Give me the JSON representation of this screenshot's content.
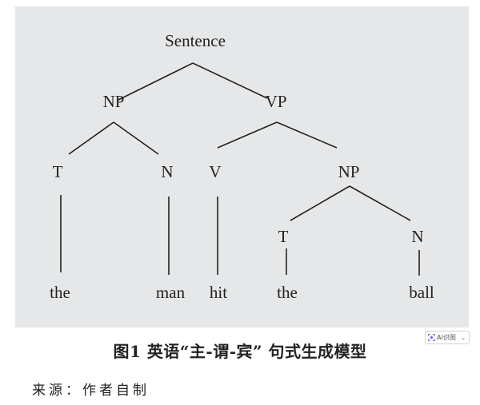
{
  "diagram": {
    "type": "syntax-tree",
    "nodes": {
      "root": "Sentence",
      "np1": "NP",
      "vp": "VP",
      "t1": "T",
      "n1": "N",
      "v": "V",
      "np2": "NP",
      "t2": "T",
      "n2": "N"
    },
    "leaves": {
      "the1": "the",
      "man": "man",
      "hit": "hit",
      "the2": "the",
      "ball": "ball"
    },
    "edges": [
      [
        "Sentence",
        "NP"
      ],
      [
        "Sentence",
        "VP"
      ],
      [
        "NP",
        "T"
      ],
      [
        "NP",
        "N"
      ],
      [
        "VP",
        "V"
      ],
      [
        "VP",
        "NP"
      ],
      [
        "NP(obj)",
        "T"
      ],
      [
        "NP(obj)",
        "N"
      ],
      [
        "T",
        "the"
      ],
      [
        "N",
        "man"
      ],
      [
        "V",
        "hit"
      ],
      [
        "T(obj)",
        "the"
      ],
      [
        "N(obj)",
        "ball"
      ]
    ],
    "background_color": "#e6e7e8"
  },
  "caption": "图1 英语“主-谓-宾” 句式生成模型",
  "source": "来源：作者自制",
  "ai_button": {
    "label": "AI识图",
    "accent_color": "#8a5cf5"
  }
}
